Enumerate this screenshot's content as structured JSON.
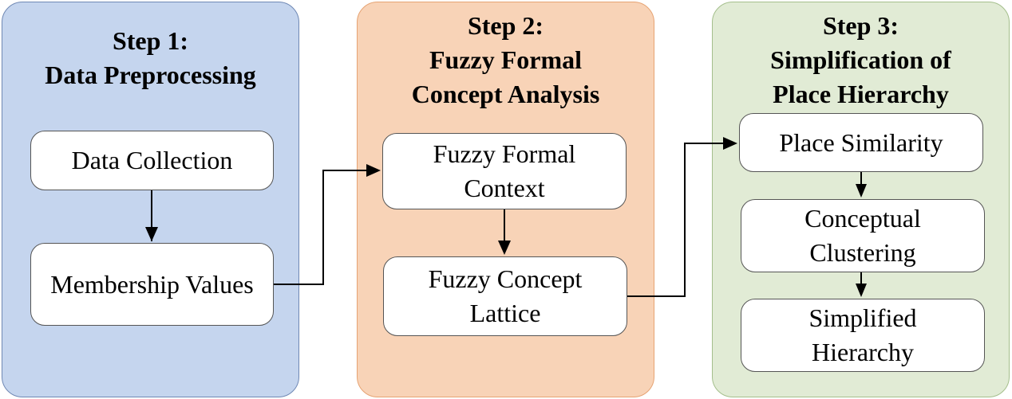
{
  "steps": [
    {
      "title_lines": [
        "Step 1:",
        "Data Preprocessing"
      ],
      "nodes": [
        {
          "lines": [
            "Data Collection"
          ]
        },
        {
          "lines": [
            "Membership Values"
          ]
        }
      ]
    },
    {
      "title_lines": [
        "Step 2:",
        "Fuzzy Formal",
        "Concept Analysis"
      ],
      "nodes": [
        {
          "lines": [
            "Fuzzy Formal",
            "Context"
          ]
        },
        {
          "lines": [
            "Fuzzy Concept",
            "Lattice"
          ]
        }
      ]
    },
    {
      "title_lines": [
        "Step 3:",
        "Simplification of",
        "Place Hierarchy"
      ],
      "nodes": [
        {
          "lines": [
            "Place Similarity"
          ]
        },
        {
          "lines": [
            "Conceptual",
            "Clustering"
          ]
        },
        {
          "lines": [
            "Simplified",
            "Hierarchy"
          ]
        }
      ]
    }
  ],
  "colors": {
    "step1_fill": "#c5d5ee",
    "step2_fill": "#f8d3b7",
    "step3_fill": "#e1ebd5",
    "node_fill": "#ffffff",
    "arrow": "#000000"
  }
}
